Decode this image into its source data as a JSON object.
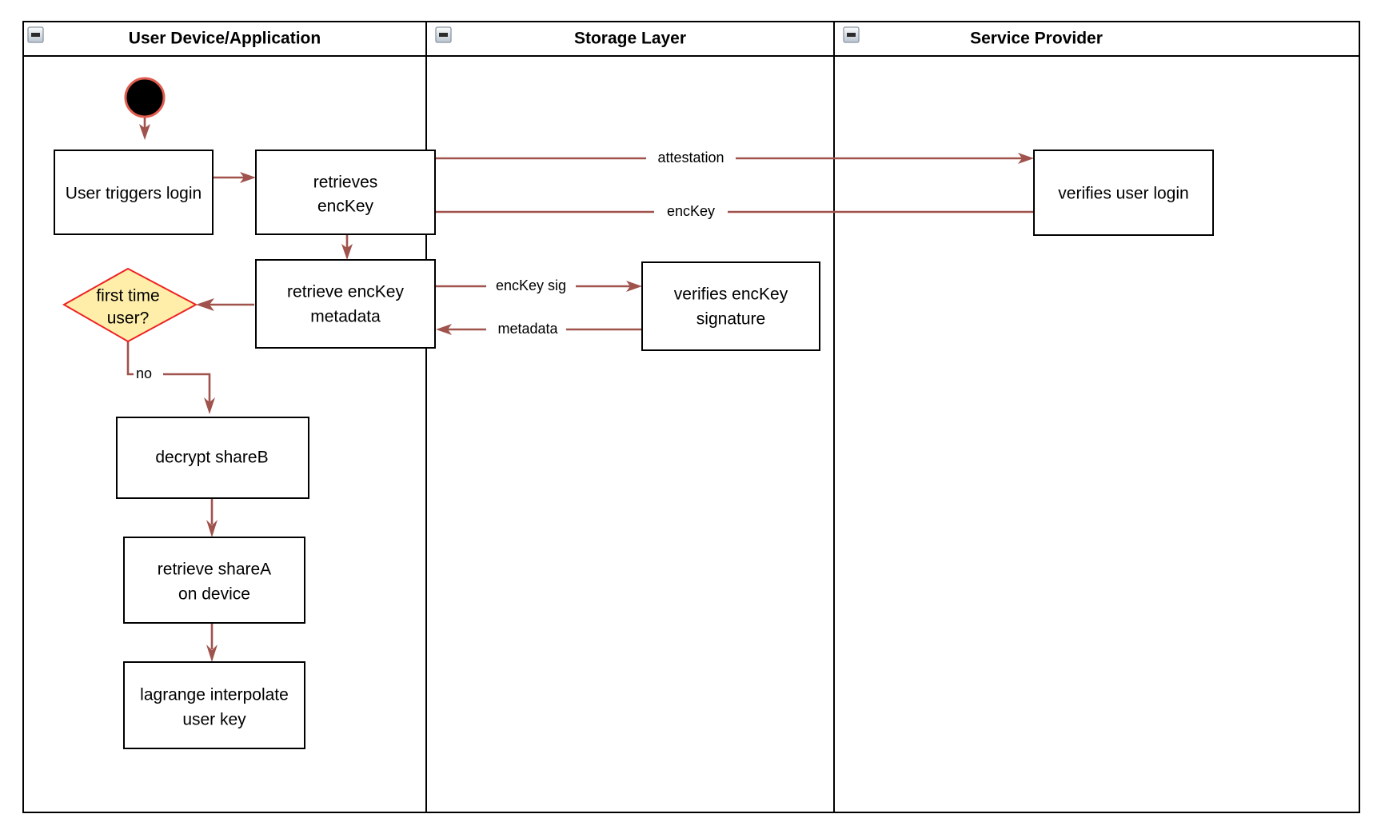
{
  "diagram": {
    "type": "swimlane-activity-diagram",
    "lanes": [
      {
        "id": "user-device",
        "title": "User Device/Application",
        "collapse_icon": "minus-box-icon"
      },
      {
        "id": "storage-layer",
        "title": "Storage Layer",
        "collapse_icon": "minus-box-icon"
      },
      {
        "id": "service-provider",
        "title": "Service Provider",
        "collapse_icon": "minus-box-icon"
      }
    ],
    "nodes": [
      {
        "id": "start",
        "lane": "user-device",
        "shape": "start-circle",
        "label": ""
      },
      {
        "id": "trigger-login",
        "lane": "user-device",
        "shape": "rect",
        "label": "User triggers login"
      },
      {
        "id": "retrieves-enckey",
        "lane": "user-device",
        "shape": "rect",
        "line1": "retrieves",
        "line2": "encKey"
      },
      {
        "id": "retrieve-enckey-metadata",
        "lane": "user-device",
        "shape": "rect",
        "line1": "retrieve encKey",
        "line2": "metadata"
      },
      {
        "id": "first-time-user",
        "lane": "user-device",
        "shape": "diamond",
        "line1": "first time",
        "line2": "user?"
      },
      {
        "id": "decrypt-shareb",
        "lane": "user-device",
        "shape": "rect",
        "label": "decrypt shareB"
      },
      {
        "id": "retrieve-sharea",
        "lane": "user-device",
        "shape": "rect",
        "line1": "retrieve shareA",
        "line2": "on device"
      },
      {
        "id": "lagrange-interpolate",
        "lane": "user-device",
        "shape": "rect",
        "line1": "lagrange interpolate",
        "line2": "user key"
      },
      {
        "id": "verifies-enckey-signature",
        "lane": "storage-layer",
        "shape": "rect",
        "line1": "verifies encKey",
        "line2": "signature"
      },
      {
        "id": "verifies-user-login",
        "lane": "service-provider",
        "shape": "rect",
        "label": "verifies user login"
      }
    ],
    "edges": [
      {
        "id": "start-to-trigger",
        "from": "start",
        "to": "trigger-login",
        "label": ""
      },
      {
        "id": "trigger-to-retrieves",
        "from": "trigger-login",
        "to": "retrieves-enckey",
        "label": ""
      },
      {
        "id": "retrieves-to-verifies-login",
        "from": "retrieves-enckey",
        "to": "verifies-user-login",
        "label": "attestation"
      },
      {
        "id": "verifies-login-to-retrieves",
        "from": "verifies-user-login",
        "to": "retrieves-enckey",
        "label": "encKey"
      },
      {
        "id": "retrieves-to-metadata",
        "from": "retrieves-enckey",
        "to": "retrieve-enckey-metadata",
        "label": ""
      },
      {
        "id": "metadata-to-verifies-sig",
        "from": "retrieve-enckey-metadata",
        "to": "verifies-enckey-signature",
        "label": "encKey sig"
      },
      {
        "id": "verifies-sig-to-metadata",
        "from": "verifies-enckey-signature",
        "to": "retrieve-enckey-metadata",
        "label": "metadata"
      },
      {
        "id": "metadata-to-decision",
        "from": "retrieve-enckey-metadata",
        "to": "first-time-user",
        "label": ""
      },
      {
        "id": "decision-to-decrypt",
        "from": "first-time-user",
        "to": "decrypt-shareb",
        "label": "no"
      },
      {
        "id": "decrypt-to-retrieve-sharea",
        "from": "decrypt-shareb",
        "to": "retrieve-sharea",
        "label": ""
      },
      {
        "id": "retrieve-sharea-to-lagrange",
        "from": "retrieve-sharea",
        "to": "lagrange-interpolate",
        "label": ""
      }
    ],
    "colors": {
      "edge": "#a0524c",
      "node_border": "#000000",
      "node_fill": "#ffffff",
      "decision_fill": "#ffeeaa",
      "decision_border": "#ee2222",
      "start_fill": "#000000",
      "start_ring": "#e05c4e",
      "background": "#ffffff"
    }
  }
}
